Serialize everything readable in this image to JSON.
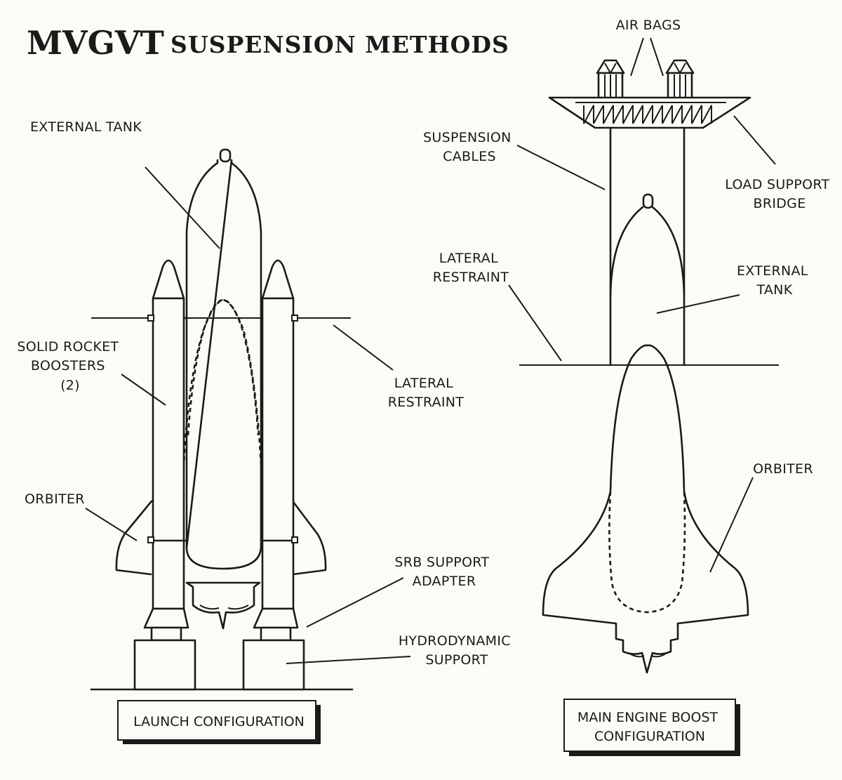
{
  "title": {
    "main": "MVGVT",
    "sub": "SUSPENSION METHODS"
  },
  "launch": {
    "external_tank": [
      "EXTERNAL TANK"
    ],
    "solid_rocket_boosters": [
      "SOLID ROCKET",
      "BOOSTERS",
      "(2)"
    ],
    "lateral_restraint": [
      "LATERAL",
      "RESTRAINT"
    ],
    "orbiter": [
      "ORBITER"
    ],
    "srb_support_adapter": [
      "SRB SUPPORT",
      "ADAPTER"
    ],
    "hydrodynamic_support": [
      "HYDRODYNAMIC",
      "SUPPORT"
    ],
    "caption": [
      "LAUNCH CONFIGURATION"
    ]
  },
  "boost": {
    "air_bags": [
      "AIR BAGS"
    ],
    "suspension_cables": [
      "SUSPENSION",
      "CABLES"
    ],
    "load_support_bridge": [
      "LOAD SUPPORT",
      "BRIDGE"
    ],
    "lateral_restraint": [
      "LATERAL",
      "RESTRAINT"
    ],
    "external_tank": [
      "EXTERNAL",
      "TANK"
    ],
    "orbiter": [
      "ORBITER"
    ],
    "caption": [
      "MAIN ENGINE BOOST",
      "CONFIGURATION"
    ]
  }
}
